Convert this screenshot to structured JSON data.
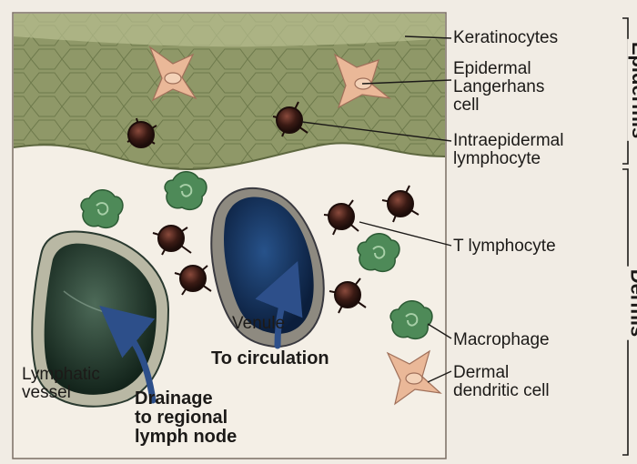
{
  "labels": {
    "keratinocytes": "Keratinocytes",
    "epidermal_langerhans": "Epidermal\nLangerhans\ncell",
    "intraepidermal_lymphocyte": "Intraepidermal\nlymphocyte",
    "t_lymphocyte": "T lymphocyte",
    "macrophage": "Macrophage",
    "dermal_dendritic": "Dermal\ndendritic cell",
    "venule": "Venule",
    "to_circulation": "To circulation",
    "lymphatic_vessel": "Lymphatic\nvessel",
    "drainage": "Drainage\nto regional\nlymph node"
  },
  "sides": {
    "epidermis": "Epidermis",
    "dermis": "Dermis"
  },
  "colors": {
    "epidermis": "#8f9868",
    "dermis": "#f4efe6",
    "langerhans": "#eab898",
    "lymphocyte": "#3a1a14",
    "macrophage": "#4e8a58",
    "venule": "#16355e",
    "lymphatic": "#2a4034",
    "arrow": "#2d4f8a"
  }
}
